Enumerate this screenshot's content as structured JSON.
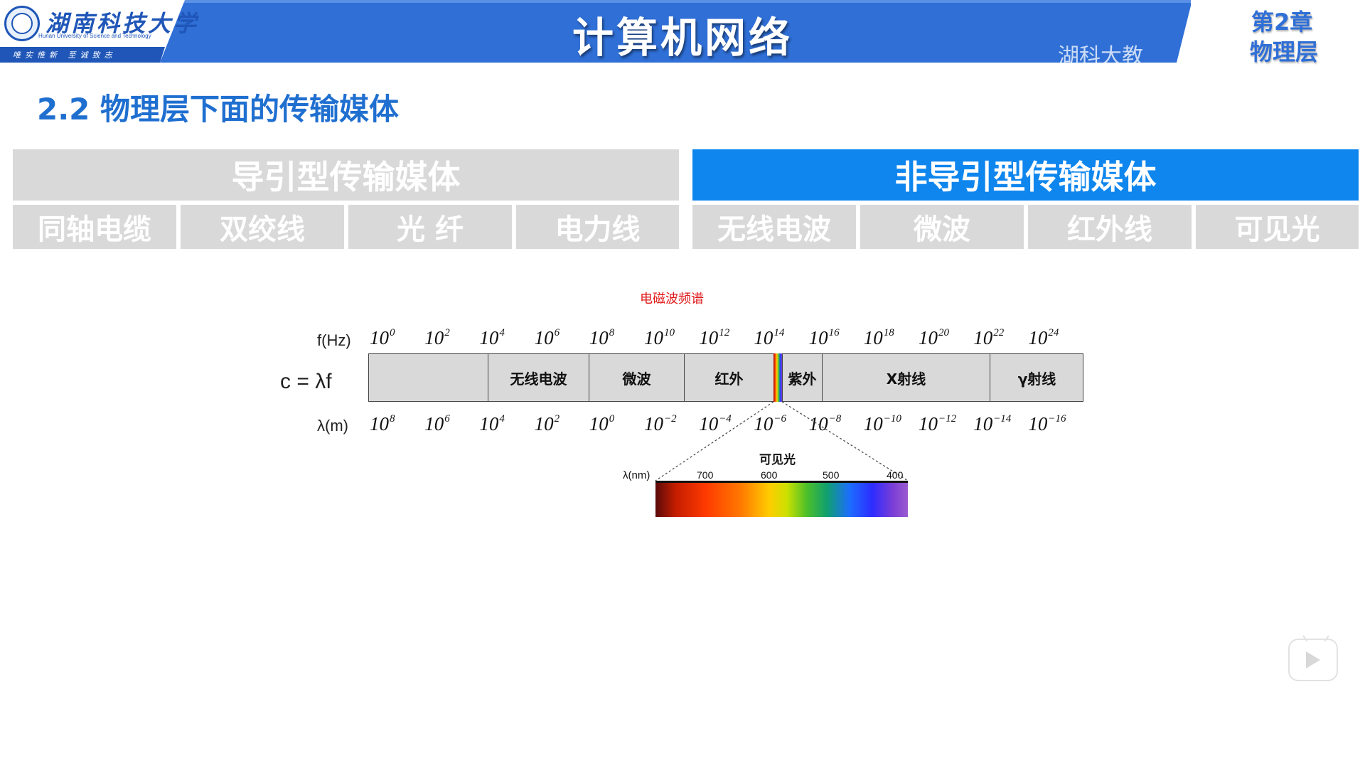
{
  "header": {
    "university_name": "湖南科技大学",
    "university_sub": "Hunan University of Science and Technology",
    "motto": "唯实惟新 至诚致志",
    "course_title": "计算机网络",
    "watermark": "湖科大教",
    "chapter": "第2章",
    "chapter_topic": "物理层"
  },
  "section": {
    "title": "2.2 物理层下面的传输媒体"
  },
  "media": {
    "guided": {
      "title": "导引型传输媒体",
      "items": [
        "同轴电缆",
        "双绞线",
        "光  纤",
        "电力线"
      ]
    },
    "unguided": {
      "title": "非导引型传输媒体",
      "items": [
        "无线电波",
        "微波",
        "红外线",
        "可见光"
      ]
    }
  },
  "spectrum": {
    "title": "电磁波频谱",
    "freq_label": "f(Hz)",
    "wave_label": "λ(m)",
    "formula": "c = λf",
    "freq_exponents": [
      "0",
      "2",
      "4",
      "6",
      "8",
      "10",
      "12",
      "14",
      "16",
      "18",
      "20",
      "22",
      "24"
    ],
    "wave_exponents": [
      "8",
      "6",
      "4",
      "2",
      "0",
      "−2",
      "−4",
      "−6",
      "−8",
      "−10",
      "−12",
      "−14",
      "−16"
    ],
    "tick_base": "10",
    "bands": [
      "",
      "无线电波",
      "微波",
      "红外",
      "紫外",
      "X射线",
      "γ射线"
    ],
    "visible": {
      "label": "可见光",
      "axis_label": "λ(nm)",
      "ticks": [
        "700",
        "600",
        "500",
        "400"
      ]
    }
  },
  "colors": {
    "header_blue": "#2f6fd6",
    "section_title": "#1f6fd0",
    "unguided_head": "#0f86ee",
    "grey_cell": "#d9d9d9",
    "spectrum_title": "#e01818"
  },
  "icons": {
    "player": "play-icon",
    "logo": "university-emblem-icon"
  }
}
